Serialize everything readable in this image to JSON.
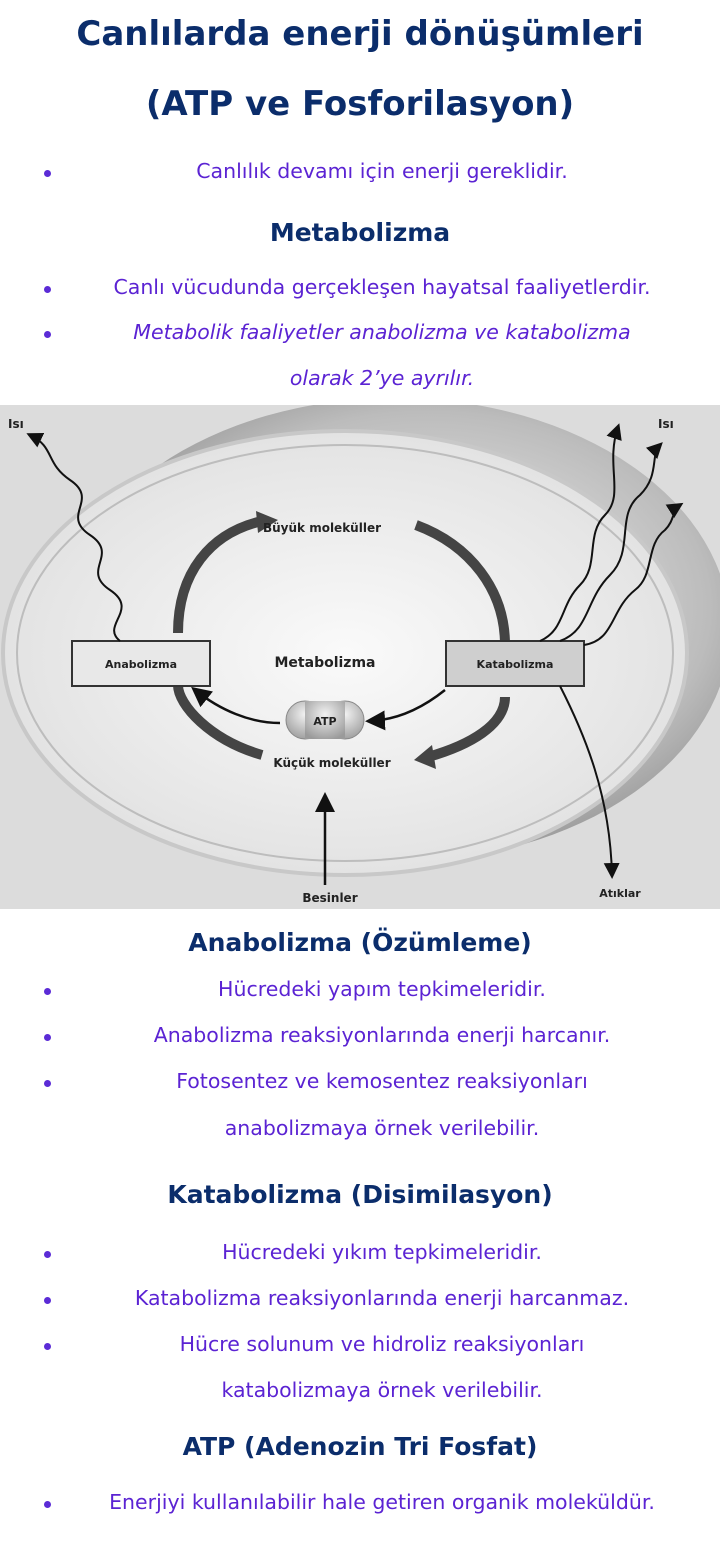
{
  "title": {
    "line1": "Canlılarda enerji dönüşümleri",
    "line2": "(ATP ve Fosforilasyon)"
  },
  "intro": {
    "text": "Canlılık devamı için enerji gereklidir."
  },
  "metabolizma": {
    "heading": "Metabolizma",
    "items": [
      "Canlı vücudunda gerçekleşen hayatsal faaliyetlerdir.",
      "Metabolik faaliyetler anabolizma ve katabolizma"
    ],
    "item2_cont": "olarak 2’ye ayrılır."
  },
  "diagram": {
    "heat_left": "Isı",
    "heat_right": "Isı",
    "large_molecules": "Büyük moleküller",
    "anabolizma": "Anabolizma",
    "metabolizma": "Metabolizma",
    "katabolizma": "Katabolizma",
    "atp": "ATP",
    "small_molecules": "Küçük moleküller",
    "nutrients": "Besinler",
    "waste": "Atıklar"
  },
  "anabolizma": {
    "heading": "Anabolizma (Özümleme)",
    "items": [
      "Hücredeki yapım tepkimeleridir.",
      "Anabolizma reaksiyonlarında enerji harcanır.",
      "Fotosentez ve kemosentez reaksiyonları"
    ],
    "item3_cont": "anabolizmaya örnek verilebilir."
  },
  "katabolizma": {
    "heading": "Katabolizma (Disimilasyon)",
    "items": [
      "Hücredeki yıkım tepkimeleridir.",
      "Katabolizma reaksiyonlarında enerji harcanmaz.",
      "Hücre solunum ve hidroliz reaksiyonları"
    ],
    "item3_cont": "katabolizmaya örnek verilebilir."
  },
  "atp": {
    "heading": "ATP (Adenozin Tri Fosfat)",
    "items": [
      "Enerjiyi kullanılabilir hale getiren organik moleküldür."
    ]
  },
  "colors": {
    "heading": "#0b2d6b",
    "body_text": "#5b23d3"
  }
}
